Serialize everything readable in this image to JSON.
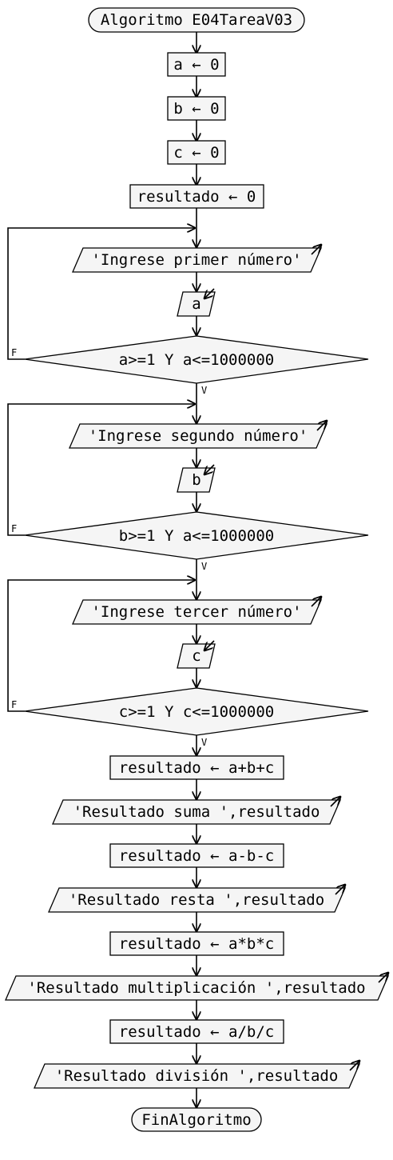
{
  "flowchart": {
    "start": "Algoritmo E04TareaV03",
    "assign_a": "a ← 0",
    "assign_b": "b ← 0",
    "assign_c": "c ← 0",
    "assign_resultado": "resultado ← 0",
    "loop1": {
      "prompt": "'Ingrese primer número'",
      "read": "a",
      "condition": "a>=1 Y a<=1000000",
      "false_label": "F",
      "true_label": "V"
    },
    "loop2": {
      "prompt": "'Ingrese segundo número'",
      "read": "b",
      "condition": "b>=1 Y a<=1000000",
      "false_label": "F",
      "true_label": "V"
    },
    "loop3": {
      "prompt": "'Ingrese tercer número'",
      "read": "c",
      "condition": "c>=1 Y c<=1000000",
      "false_label": "F",
      "true_label": "V"
    },
    "sum_assign": "resultado ← a+b+c",
    "sum_output": "'Resultado suma ',resultado",
    "sub_assign": "resultado ← a-b-c",
    "sub_output": "'Resultado resta ',resultado",
    "mul_assign": "resultado ← a*b*c",
    "mul_output": "'Resultado multiplicación ',resultado",
    "div_assign": "resultado ← a/b/c",
    "div_output": "'Resultado división ',resultado",
    "end": "FinAlgoritmo"
  }
}
